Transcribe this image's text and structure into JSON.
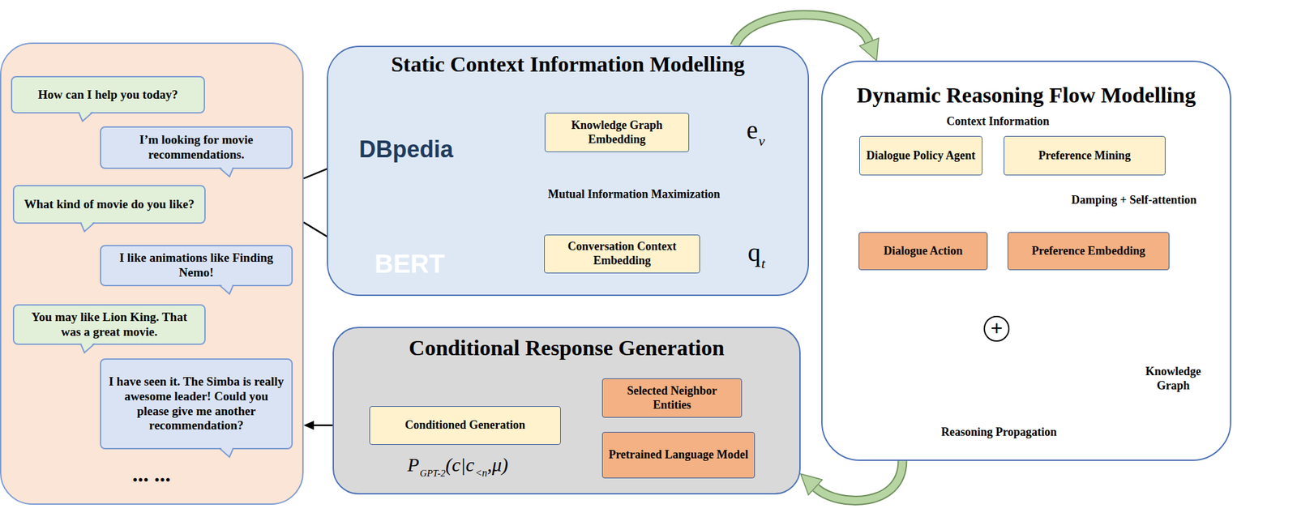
{
  "diagram": {
    "nodes": [
      {
        "text": [
          "... ..."
        ]
      },
      {
        "text": [
          "How can I help you today?"
        ],
        "in": 0
      },
      {
        "text": [
          "I’m looking for movie recommendations."
        ],
        "in": 0
      },
      {
        "text": [
          "What kind of movie do you like?"
        ],
        "in": 0
      },
      {
        "text": [
          "I like animations like Finding Nemo!"
        ],
        "in": 0
      },
      {
        "text": [
          "You may like Lion King. That was a great movie."
        ],
        "in": 0
      },
      {
        "text": [
          "I have seen it. The Simba is really awesome leader! Could you please give me another recommendation?"
        ],
        "in": 0
      },
      {
        "text": [
          "Static Context Information Modelling"
        ]
      },
      {
        "text": [
          "DBpedia"
        ],
        "in": 7
      },
      {
        "text": [
          "Knowledge Graph Embedding"
        ],
        "in": 7
      },
      {
        "text": [
          "BERT"
        ],
        "in": 7
      },
      {
        "text": [
          "Conversation Context Embedding"
        ],
        "in": 7
      },
      {
        "text": [
          "Dynamic Reasoning Flow Modelling",
          "Context Information"
        ]
      },
      {
        "text": [
          "Dialogue Policy Agent"
        ],
        "in": 12
      },
      {
        "text": [
          "Preference Mining"
        ],
        "in": 12
      },
      {
        "text": [
          "Dialogue Action"
        ],
        "in": 12
      },
      {
        "text": [
          "Preference Embedding"
        ],
        "in": 12
      },
      {
        "text": [
          "+"
        ],
        "in": 12
      },
      {
        "text": [
          "Conditional Response Generation"
        ]
      },
      {
        "text": [
          "Conditioned Generation"
        ],
        "in": 18
      },
      {
        "text": [
          "Selected Neighbor Entities"
        ],
        "in": 18
      },
      {
        "text": [
          "Pretrained Language Model"
        ],
        "in": 18
      }
    ],
    "edges": [
      {
        "from": 0,
        "to": 8,
        "arrow": "to"
      },
      {
        "from": 0,
        "to": 10,
        "arrow": "to"
      },
      {
        "from": 8,
        "to": 9,
        "arrow": "to"
      },
      {
        "from": 10,
        "to": 11,
        "arrow": "to"
      },
      {
        "from": 7,
        "to": 12,
        "arrow": "to"
      },
      {
        "from": 12,
        "to": 18,
        "arrow": "to"
      },
      {
        "from": 19,
        "to": 0,
        "arrow": "to"
      },
      {
        "from": 13,
        "to": 15,
        "arrow": "to"
      },
      {
        "from": 14,
        "to": 16,
        "label": "Damping + Self-attention",
        "arrow": "to"
      }
    ],
    "labels": [
      "e",
      "v",
      "Mutual Information Maximization",
      "q",
      "t",
      "Knowledge Graph",
      "Reasoning Propagation",
      "P",
      "GPT-2",
      "(c|c",
      "<n",
      ",μ)"
    ]
  }
}
